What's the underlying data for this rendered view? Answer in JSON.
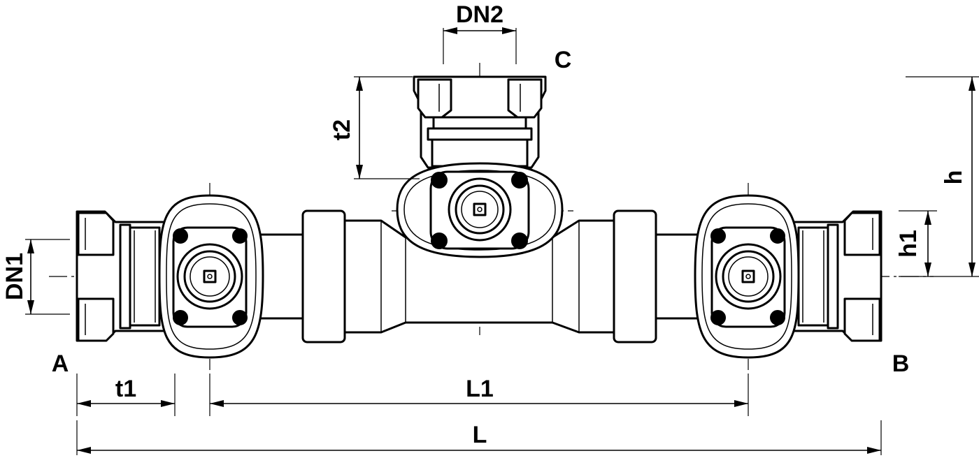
{
  "labels": {
    "port_a": "A",
    "port_b": "B",
    "port_c": "C",
    "dn1": "DN1",
    "dn2": "DN2",
    "t1": "t1",
    "t2": "t2",
    "l1": "L1",
    "l": "L",
    "h": "h",
    "h1": "h1"
  }
}
